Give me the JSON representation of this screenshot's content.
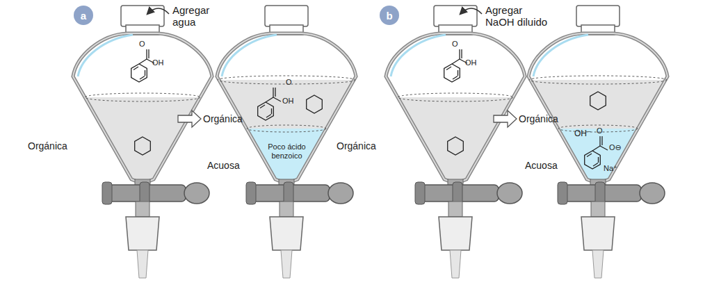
{
  "diagram": {
    "nodes": [
      {
        "text": [
          "a"
        ]
      },
      {
        "text": [
          "b"
        ]
      }
    ],
    "labels": [
      "Agregar agua",
      "O",
      "OH",
      "Orgánica",
      "Orgánica",
      "O",
      "OH",
      "Poco ácido benzoico",
      "Acuosa",
      "Agregar NaOH diluido",
      "O",
      "OH",
      "Orgánica",
      "Orgánica",
      "OH⁻",
      "O",
      "O⊖",
      "Na⁺",
      "Acuosa"
    ]
  }
}
